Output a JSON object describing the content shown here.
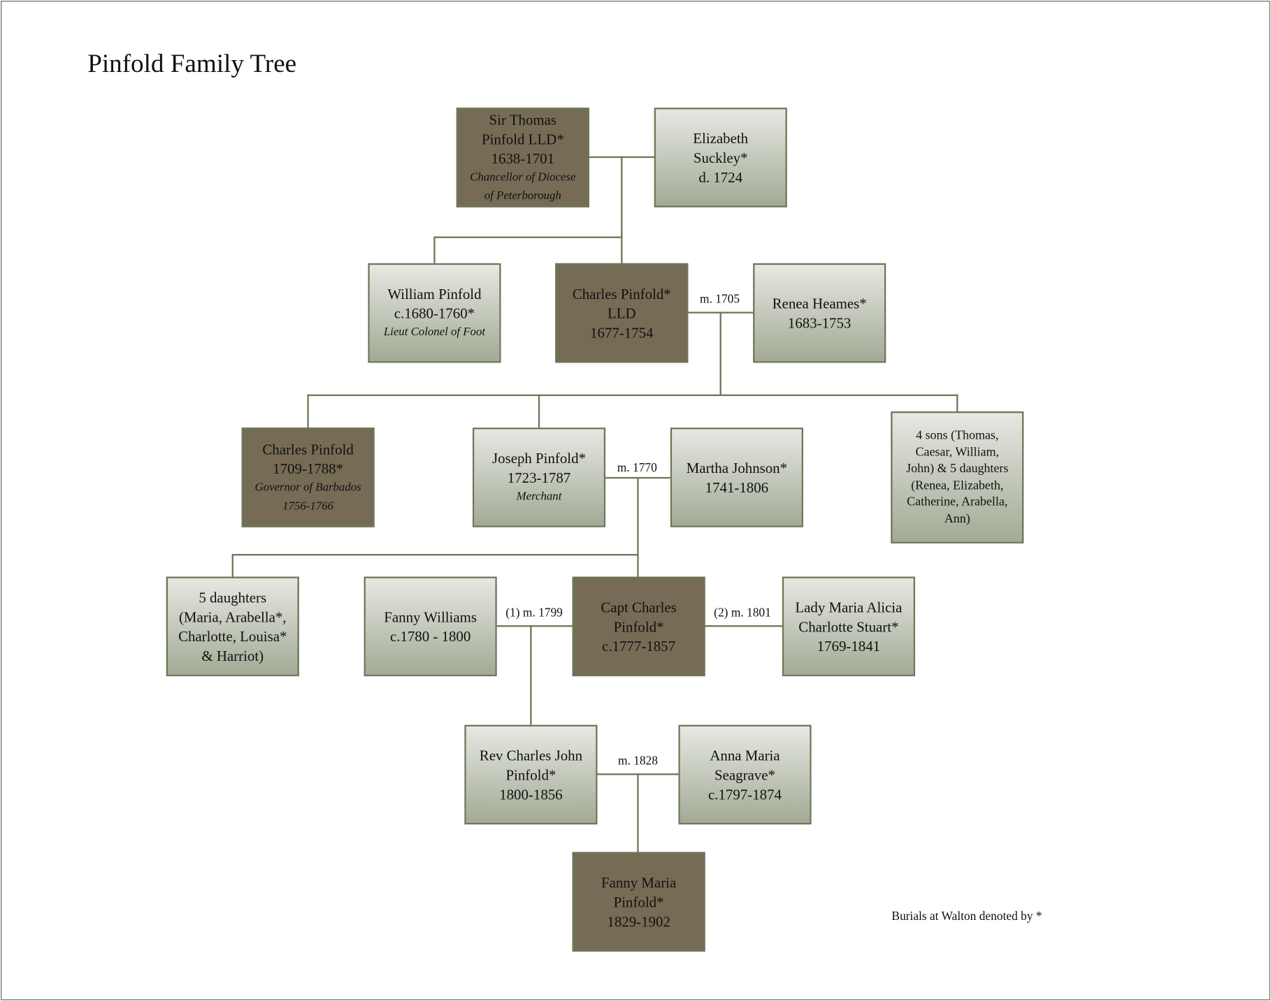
{
  "title": "Pinfold Family Tree",
  "people": {
    "sir_thomas": {
      "lines": [
        "Sir Thomas",
        "Pinfold LLD*",
        "1638-1701"
      ],
      "note": [
        "Chancellor of Diocese",
        "of Peterborough"
      ]
    },
    "elizabeth": {
      "lines": [
        "Elizabeth",
        "Suckley*",
        "d. 1724"
      ]
    },
    "william": {
      "lines": [
        "William Pinfold",
        "c.1680-1760*"
      ],
      "note": [
        "Lieut Colonel of Foot"
      ]
    },
    "charles_lld": {
      "lines": [
        "Charles Pinfold*",
        "LLD",
        "1677-1754"
      ]
    },
    "renea": {
      "lines": [
        "Renea Heames*",
        "1683-1753"
      ]
    },
    "charles_gov": {
      "lines": [
        "Charles Pinfold",
        "1709-1788*"
      ],
      "note": [
        "Governor of Barbados",
        "1756-1766"
      ]
    },
    "joseph": {
      "lines": [
        "Joseph Pinfold*",
        "1723-1787"
      ],
      "note": [
        "Merchant"
      ]
    },
    "martha": {
      "lines": [
        "Martha Johnson*",
        "1741-1806"
      ]
    },
    "four_sons": {
      "lines": [
        "4 sons (Thomas,",
        "Caesar, William,",
        "John) & 5 daughters",
        "(Renea, Elizabeth,",
        "Catherine, Arabella,",
        "Ann)"
      ]
    },
    "five_daughters": {
      "lines": [
        "5 daughters",
        "(Maria, Arabella*,",
        "Charlotte, Louisa*",
        "& Harriot)"
      ]
    },
    "fanny_williams": {
      "lines": [
        "Fanny Williams",
        "c.1780 - 1800"
      ]
    },
    "capt_charles": {
      "lines": [
        "Capt Charles",
        "Pinfold*",
        "c.1777-1857"
      ]
    },
    "lady_maria": {
      "lines": [
        "Lady Maria Alicia",
        "Charlotte Stuart*",
        "1769-1841"
      ]
    },
    "rev_charles": {
      "lines": [
        "Rev Charles John",
        "Pinfold*",
        "1800-1856"
      ]
    },
    "anna_maria": {
      "lines": [
        "Anna Maria",
        "Seagrave*",
        "c.1797-1874"
      ]
    },
    "fanny_maria": {
      "lines": [
        "Fanny Maria",
        "Pinfold*",
        "1829-1902"
      ]
    }
  },
  "marriages": {
    "m1705": "m. 1705",
    "m1770": "m. 1770",
    "m1799": "(1) m. 1799",
    "m1801": "(2) m. 1801",
    "m1828": "m. 1828"
  },
  "footnote": "Burials at Walton denoted by *",
  "colors": {
    "dark_box": "#766c55",
    "light_top": "#e6e8e2",
    "light_bottom": "#a2aa95",
    "line": "#6f7659"
  }
}
